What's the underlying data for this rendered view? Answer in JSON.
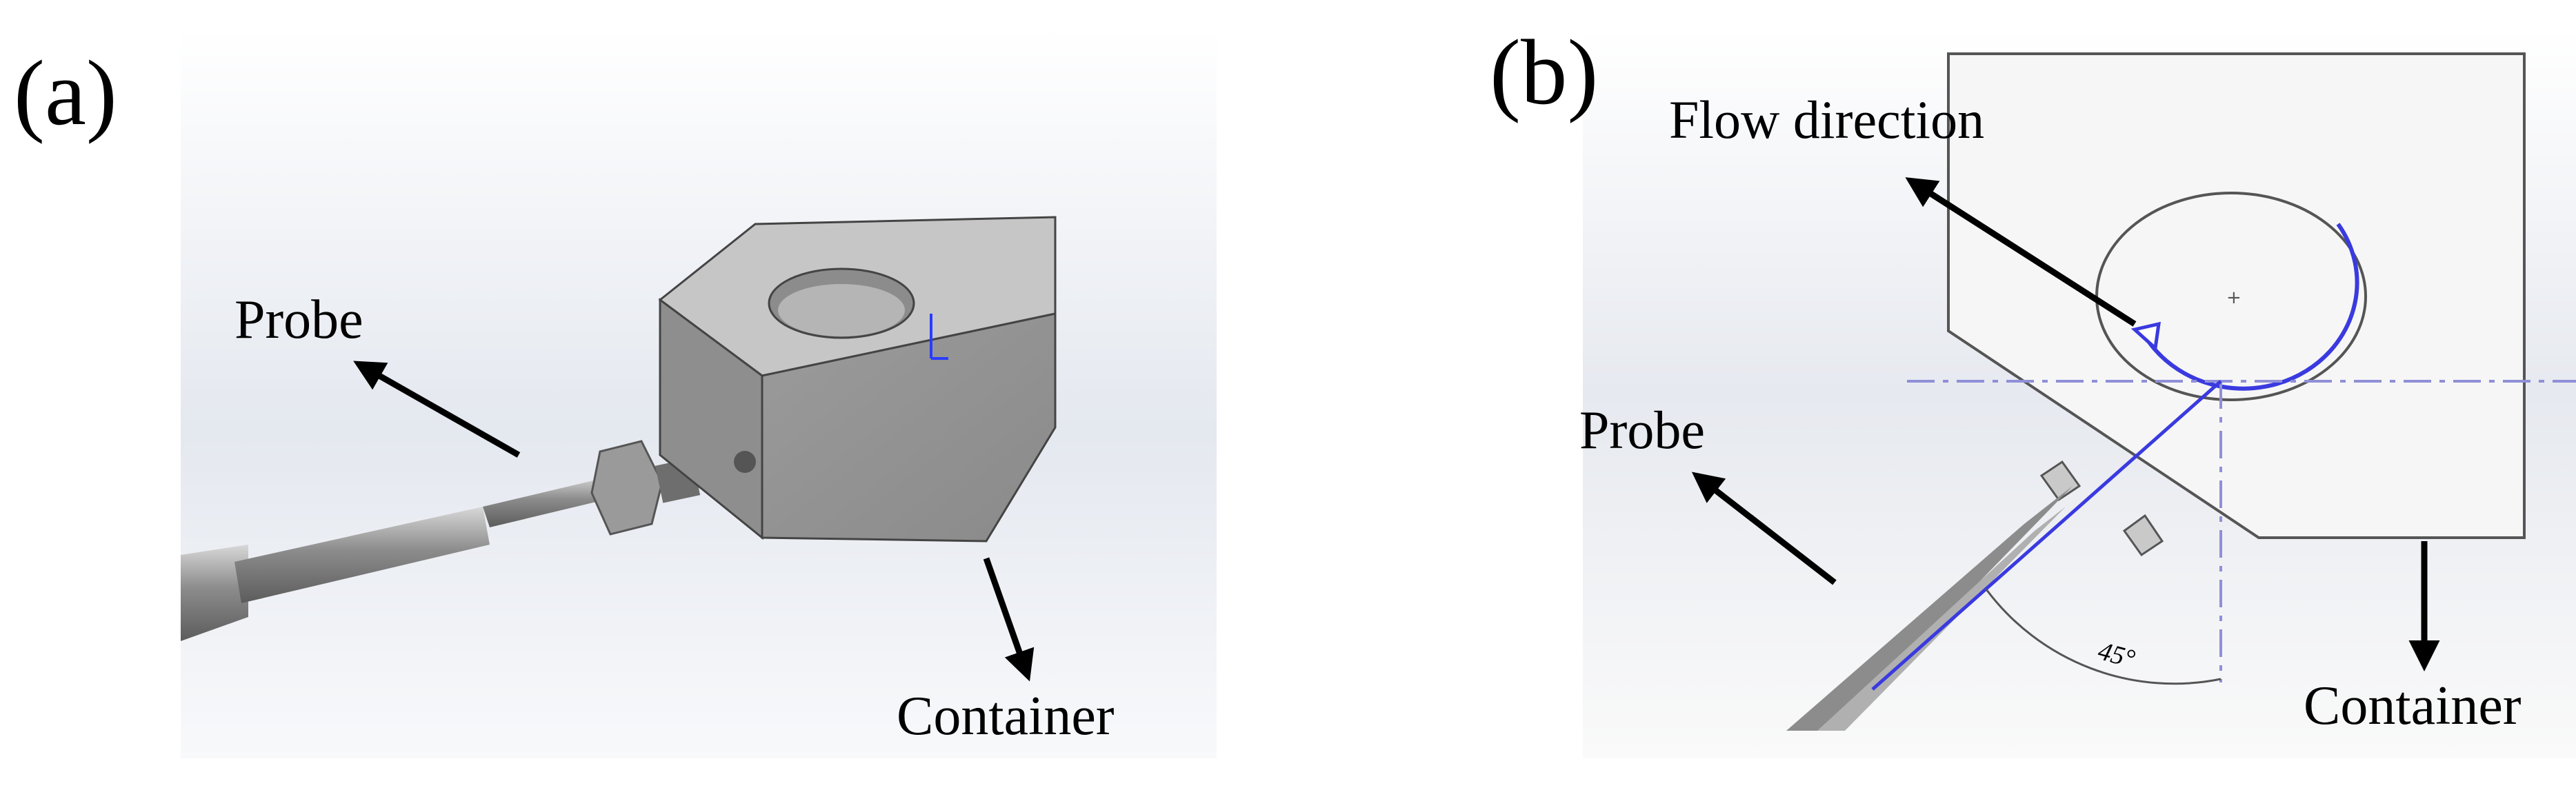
{
  "panel_a": {
    "panel_label": "(a)",
    "labels": {
      "probe": "Probe",
      "container": "Container"
    }
  },
  "panel_b": {
    "panel_label": "(b)",
    "labels": {
      "flow_direction": "Flow direction",
      "probe": "Probe",
      "container": "Container",
      "angle": "45°"
    }
  },
  "colors": {
    "flow_arrow": "#3a3ae0",
    "annotation_arrow": "#000000",
    "block_face": "#9a9a9a",
    "background_gradient": "#dfe4ec"
  }
}
